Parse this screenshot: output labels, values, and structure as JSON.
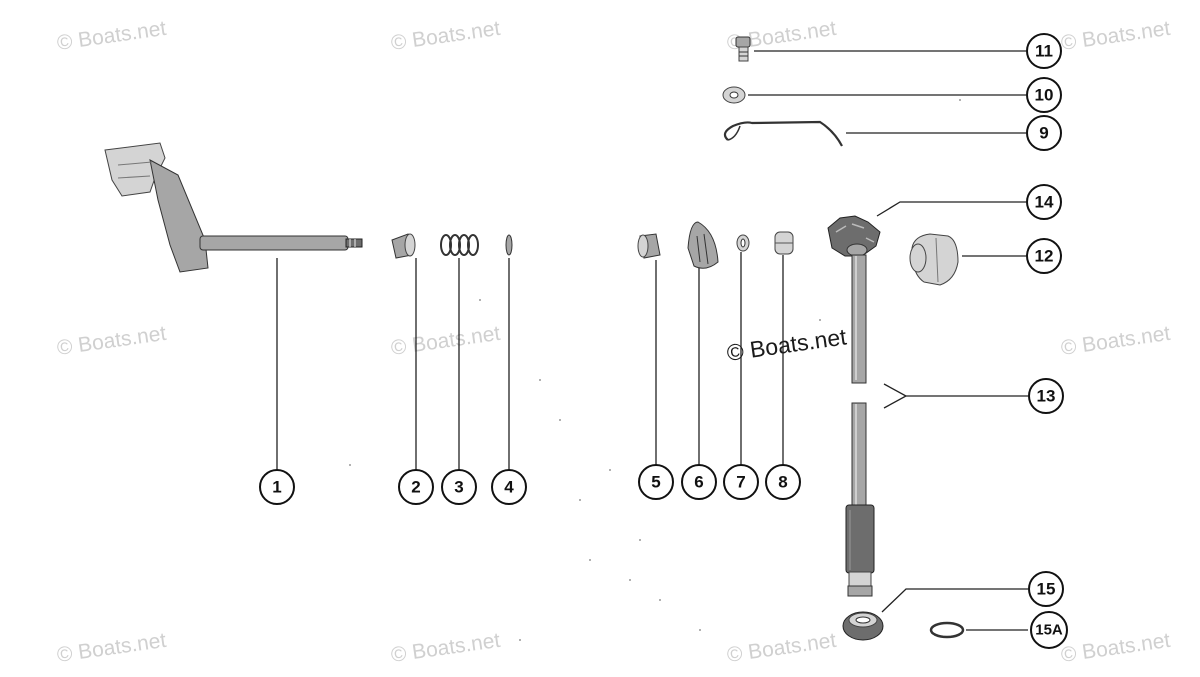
{
  "diagram": {
    "watermark_text": "© Boats.net",
    "callouts": [
      {
        "id": "1",
        "label": "1"
      },
      {
        "id": "2",
        "label": "2"
      },
      {
        "id": "3",
        "label": "3"
      },
      {
        "id": "4",
        "label": "4"
      },
      {
        "id": "5",
        "label": "5"
      },
      {
        "id": "6",
        "label": "6"
      },
      {
        "id": "7",
        "label": "7"
      },
      {
        "id": "8",
        "label": "8"
      },
      {
        "id": "9",
        "label": "9"
      },
      {
        "id": "10",
        "label": "10"
      },
      {
        "id": "11",
        "label": "11"
      },
      {
        "id": "12",
        "label": "12"
      },
      {
        "id": "13",
        "label": "13"
      },
      {
        "id": "14",
        "label": "14"
      },
      {
        "id": "15",
        "label": "15"
      },
      {
        "id": "15A",
        "label": "15A"
      }
    ]
  }
}
